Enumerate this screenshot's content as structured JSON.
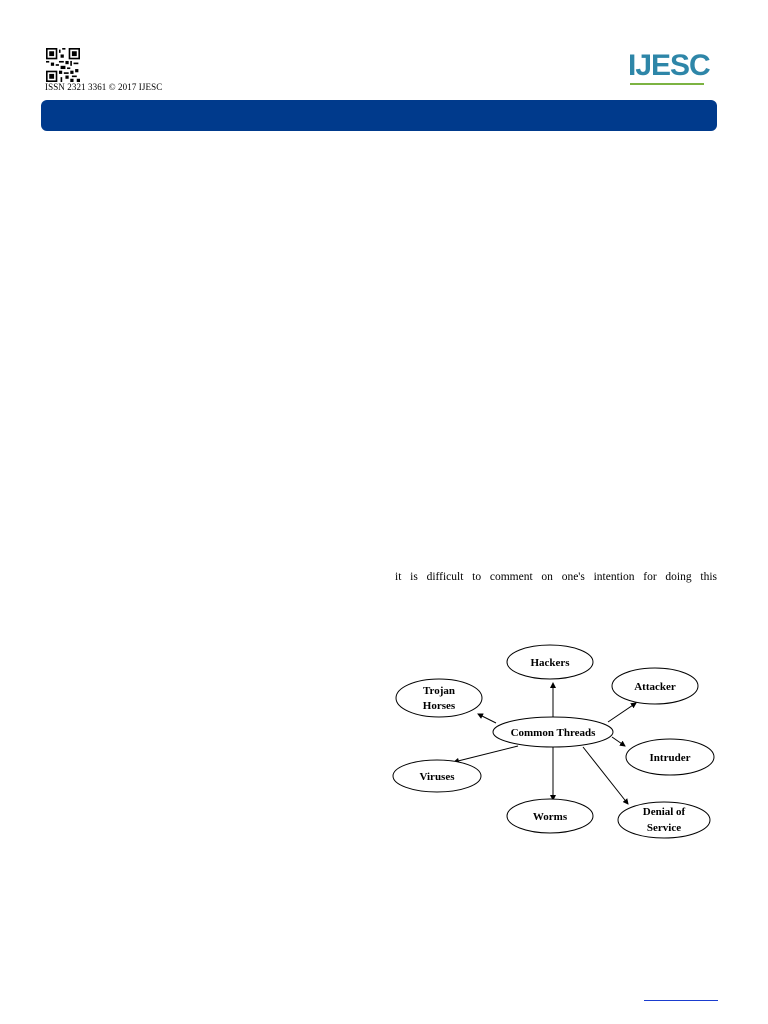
{
  "header": {
    "issn": "ISSN 2321 3361 © 2017 IJESC",
    "logo_text": "IJESC"
  },
  "body": {
    "text_line": "it is difficult to comment on one's intention for doing this"
  },
  "diagram": {
    "center": "Common Threads",
    "nodes": {
      "hackers": [
        "Hackers"
      ],
      "attacker": [
        "Attacker"
      ],
      "intruder": [
        "Intruder"
      ],
      "denial": [
        "Denial of",
        "Service"
      ],
      "worms": [
        "Worms"
      ],
      "viruses": [
        "Viruses"
      ],
      "trojan": [
        "Trojan",
        "Horses"
      ]
    }
  },
  "colors": {
    "banner": "#003a8c",
    "logo": "#2e86a8",
    "logo_accent": "#7cb342",
    "footer_link": "#1a3ccf"
  }
}
